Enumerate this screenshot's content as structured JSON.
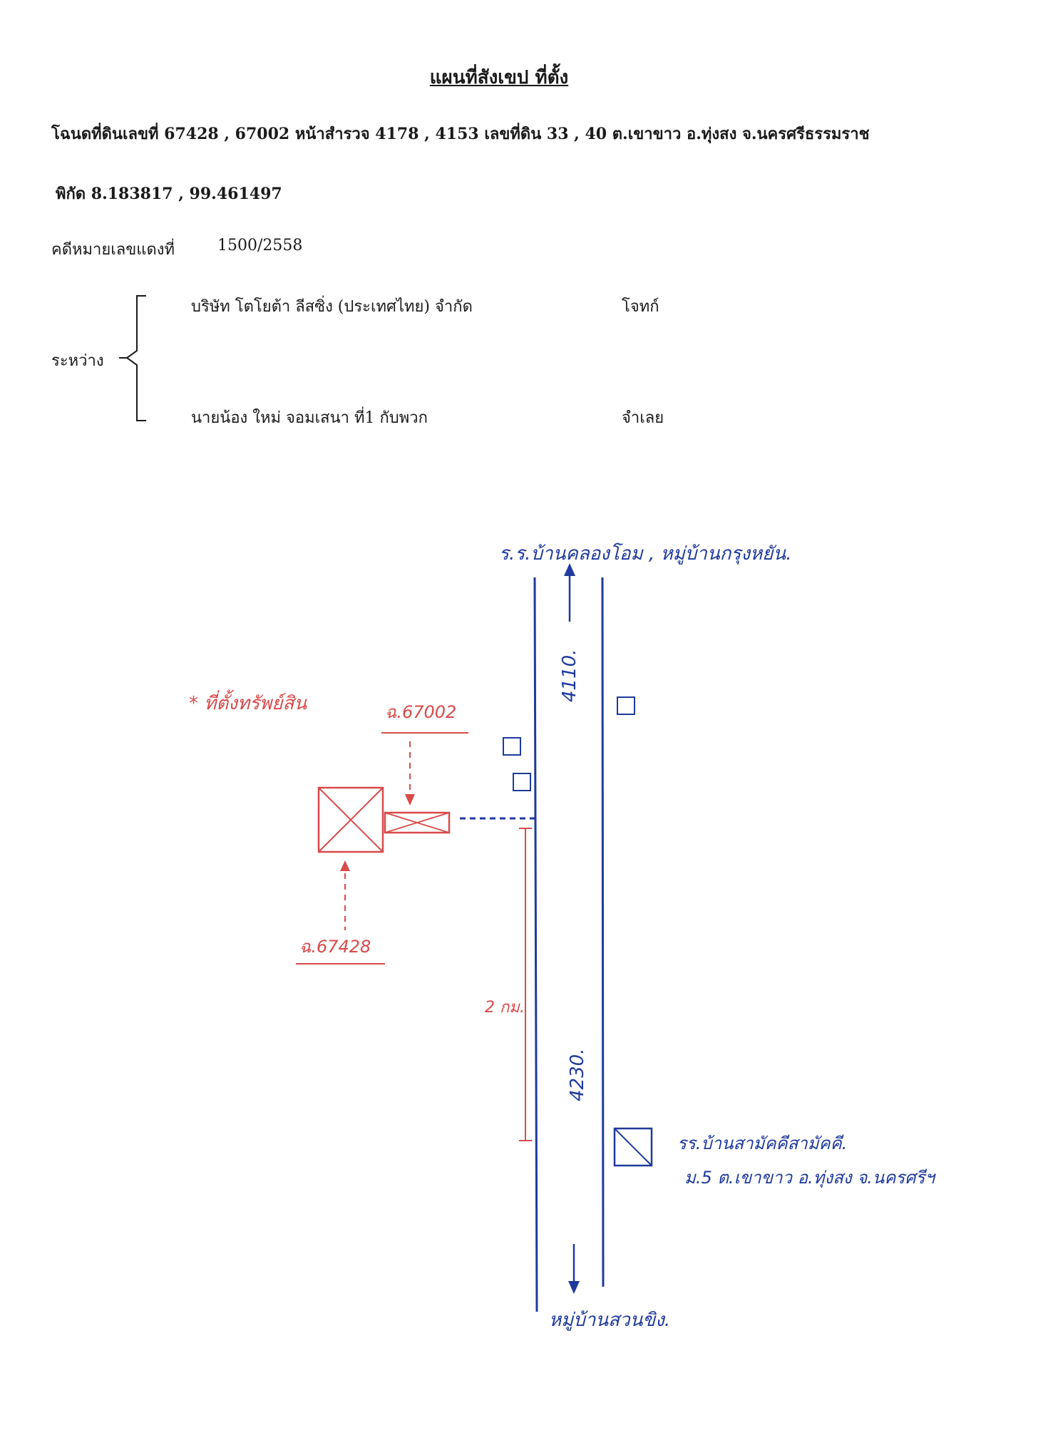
{
  "header": {
    "title": "แผนที่สังเขป ที่ตั้ง",
    "deed_line": "โฉนดที่ดินเลขที่ 67428 , 67002 หน้าสำรวจ 4178 , 4153 เลขที่ดิน 33 , 40 ต.เขาขาว อ.ทุ่งสง จ.นครศรีธรรมราช",
    "coordinates_line": "พิกัด 8.183817 , 99.461497",
    "case_label": "คดีหมายเลขแดงที่",
    "case_number": "1500/2558"
  },
  "parties": {
    "between_label": "ระหว่าง",
    "plaintiff_name": "บริษัท โตโยต้า ลีสซิ่ง (ประเทศไทย) จำกัด",
    "plaintiff_role": "โจทก์",
    "defendant_name": "นายน้อง ใหม่ จอมเสนา ที่1 กับพวก",
    "defendant_role": "จำเลย"
  },
  "map": {
    "north_destination": "ร.ร.บ้านคลองโอม , หมู่บ้านกรุงหยัน.",
    "south_destination": "หมู่บ้านสวนขิง.",
    "road_north_label": "4110.",
    "road_south_label": "4230.",
    "property_note": "* ที่ตั้งทรัพย์สิน",
    "deed_label_upper": "ฉ.67002",
    "deed_label_lower": "ฉ.67428",
    "distance_label": "2 กม.",
    "landmark_line1": "รร.บ้านสามัคคีสามัคคี.",
    "landmark_line2": "ม.5 ต.เขาขาว อ.ทุ่งสง จ.นครศรีฯ",
    "colors": {
      "road": "#1f3a9e",
      "property": "#d94a4a",
      "text": "#1a1a1a"
    }
  }
}
